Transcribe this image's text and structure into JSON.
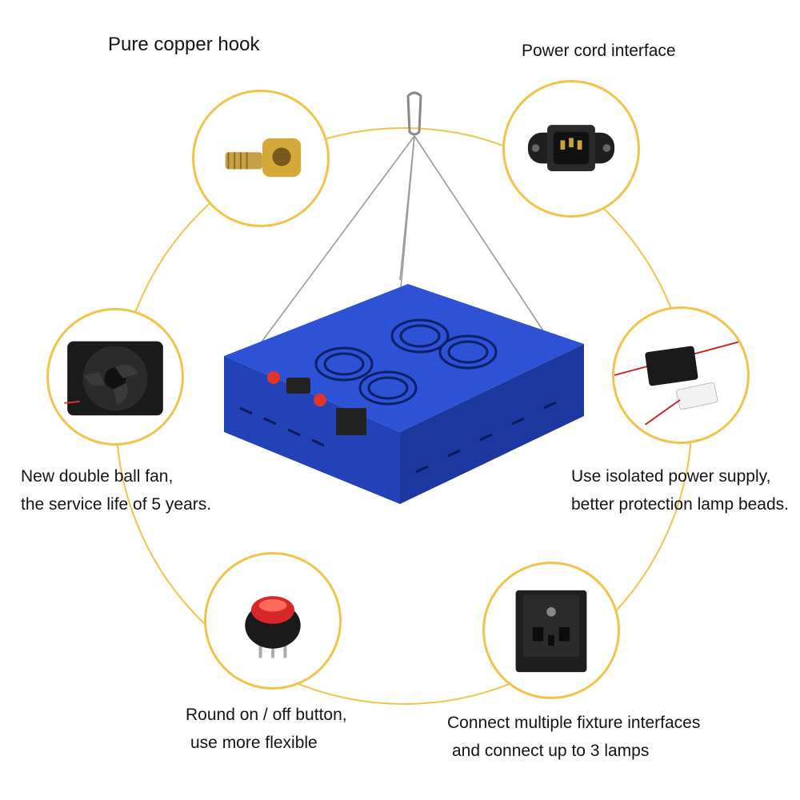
{
  "features": {
    "hook": {
      "caption": "Pure copper hook",
      "icon": "copper-hook-icon"
    },
    "power_cord": {
      "caption": "Power cord interface",
      "icon": "power-socket-icon"
    },
    "fan": {
      "line1": "New double ball fan,",
      "line2": "the service life of 5 years.",
      "icon": "cooling-fan-icon"
    },
    "power_supply": {
      "line1": "Use isolated power supply,",
      "line2": "better protection lamp beads.",
      "icon": "power-driver-icon"
    },
    "switch": {
      "line1": "Round on / off button,",
      "line2": "use more flexible",
      "icon": "rocker-switch-icon"
    },
    "outlet": {
      "line1": "Connect multiple fixture interfaces",
      "line2": "and connect up to 3 lamps",
      "icon": "universal-outlet-icon"
    }
  },
  "colors": {
    "ring": "#f3c24a",
    "lamp_body": "#2c4fd0",
    "brass": "#d4a93a"
  }
}
